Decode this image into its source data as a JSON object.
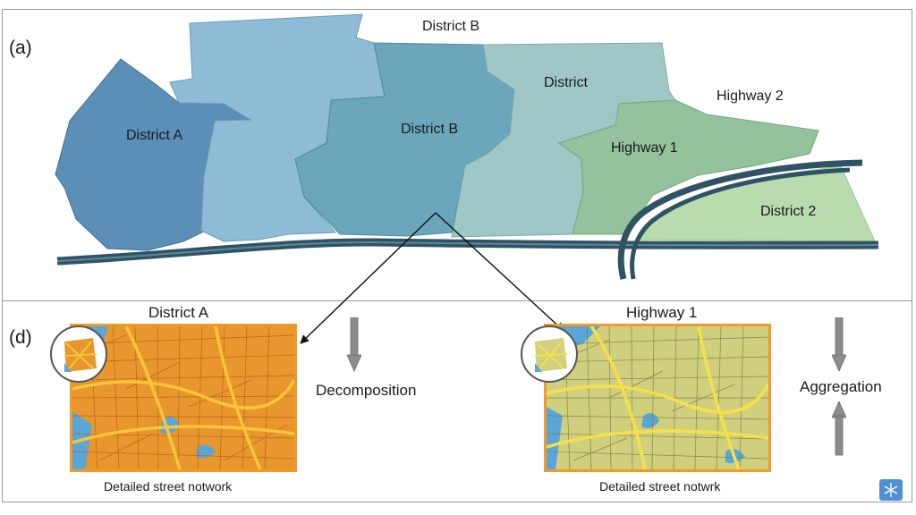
{
  "panel_a": {
    "label": "(a)",
    "regions": {
      "district_a": "District A",
      "district_b_top": "District B",
      "district_b": "District B",
      "district": "District",
      "highway_1": "Highway 1",
      "highway_2": "Highway 2",
      "district_2": "District 2"
    }
  },
  "panel_d": {
    "label": "(d)",
    "left": {
      "title": "District A",
      "operation": "Decomposition",
      "caption": "Detailed street notwork"
    },
    "right": {
      "title": "Highway 1",
      "operation": "Aggregation",
      "caption": "Detailed street notwrk"
    }
  },
  "colors": {
    "district_a": "#5b8fb8",
    "district_b_light": "#8ebcd6",
    "district_b": "#6aa7bd",
    "district": "#9fc7c6",
    "highway_1": "#93c29c",
    "district_2": "#b9dcae",
    "road": "#2f5364",
    "orange_map": "#e8962e",
    "yellow_map": "#cfcf7e",
    "water": "#5aa6d8"
  }
}
